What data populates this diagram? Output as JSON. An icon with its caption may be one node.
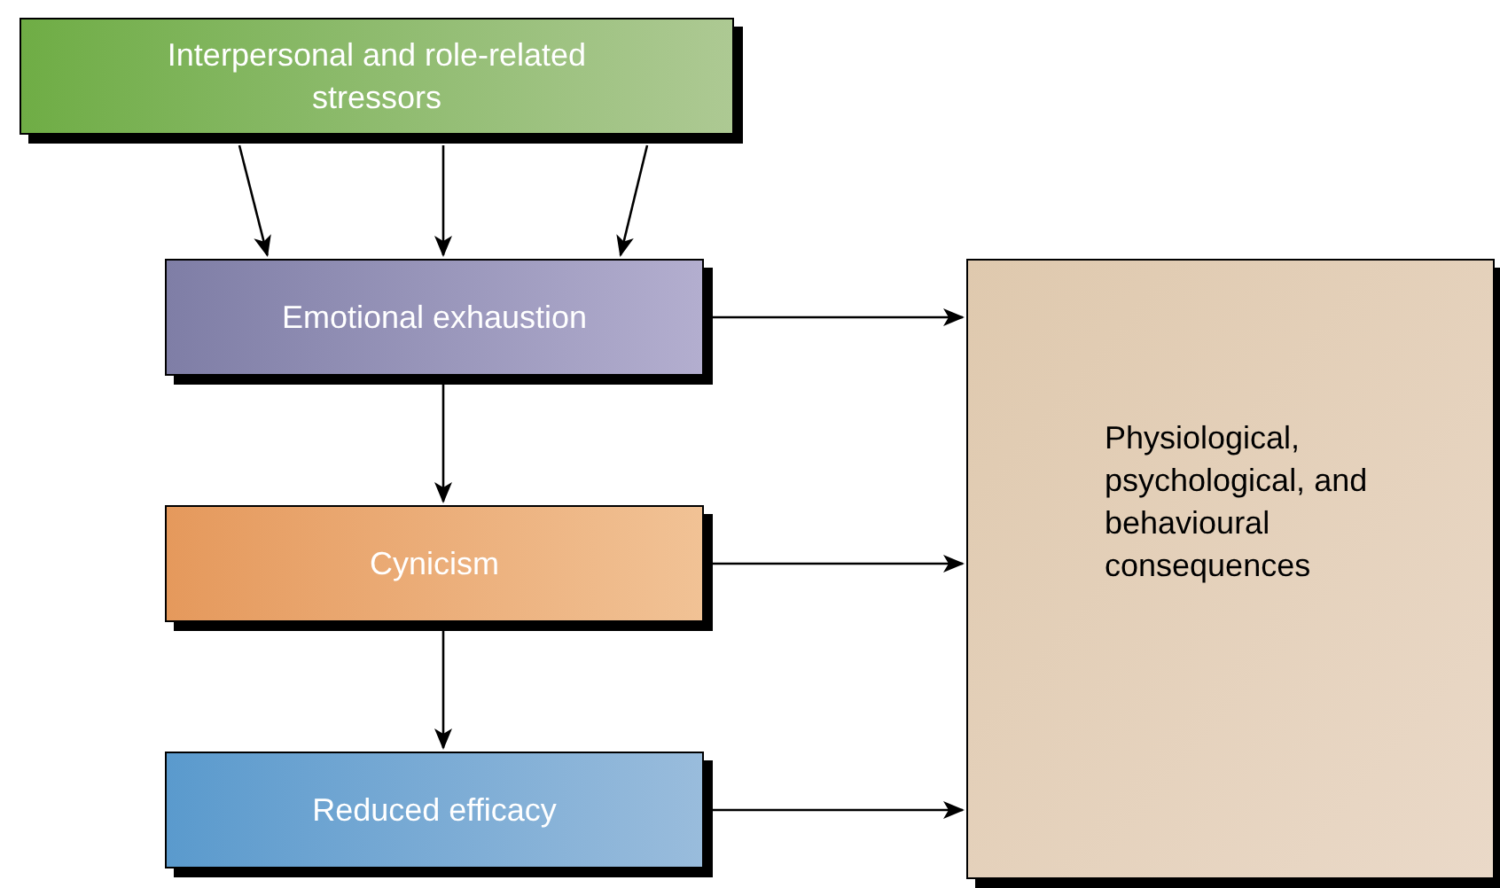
{
  "diagram": {
    "nodes": [
      {
        "text": [
          "Interpersonal and role-related stressors"
        ]
      },
      {
        "text": [
          "Emotional exhaustion"
        ]
      },
      {
        "text": [
          "Cynicism"
        ]
      },
      {
        "text": [
          "Reduced efficacy"
        ]
      },
      {
        "text": [
          "Physiological, psychological, and behavioural consequences"
        ]
      }
    ],
    "edges": [
      {
        "from": 0,
        "to": 1,
        "arrow": "to"
      },
      {
        "from": 0,
        "to": 1,
        "arrow": "to"
      },
      {
        "from": 0,
        "to": 1,
        "arrow": "to"
      },
      {
        "from": 1,
        "to": 2,
        "arrow": "to"
      },
      {
        "from": 2,
        "to": 3,
        "arrow": "to"
      },
      {
        "from": 1,
        "to": 4,
        "arrow": "to"
      },
      {
        "from": 2,
        "to": 4,
        "arrow": "to"
      },
      {
        "from": 3,
        "to": 4,
        "arrow": "to"
      }
    ]
  }
}
